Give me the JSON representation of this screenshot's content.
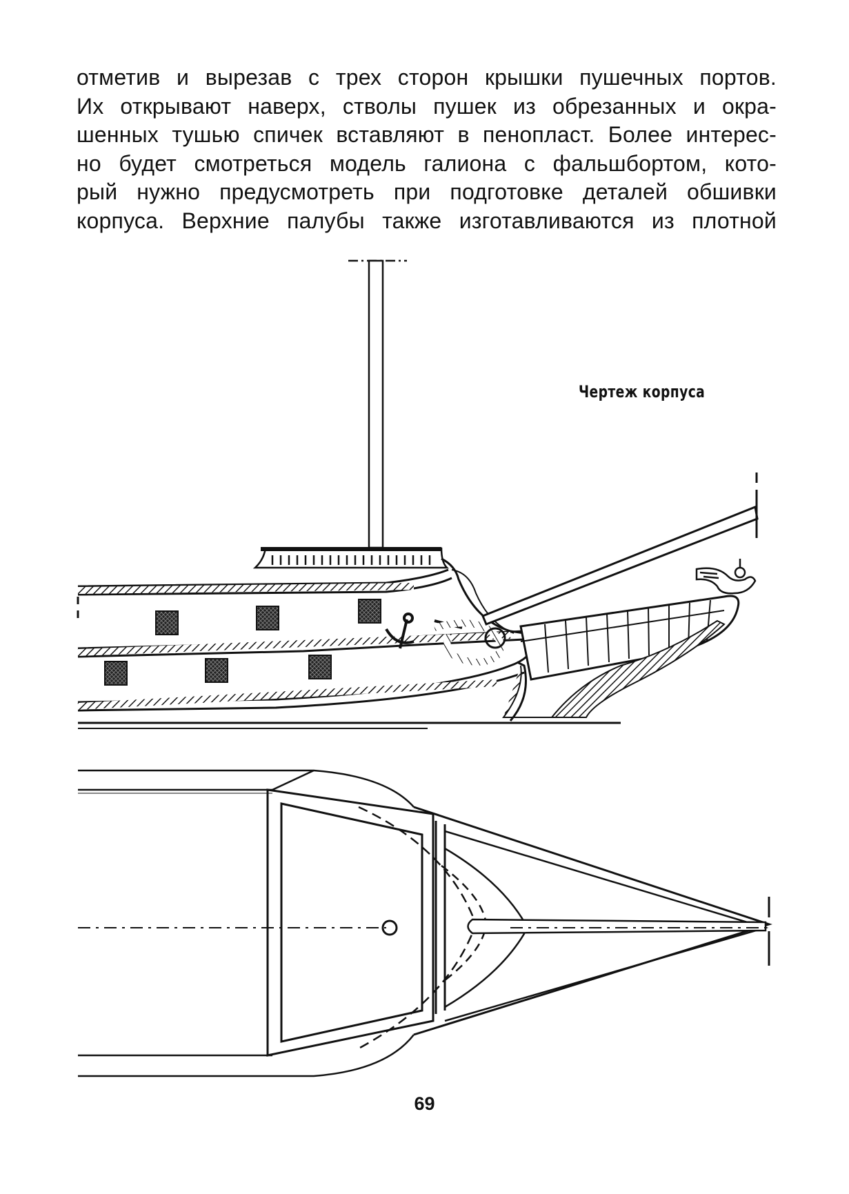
{
  "paragraph": {
    "lines": [
      "отметив и вырезав с трех сторон крышки пушечных портов.",
      "Их открывают наверх, стволы пушек из обрезанных и окра-",
      "шенных тушью спичек вставляют в пенопласт. Более интерес-",
      "но будет смотреться модель галиона с фальшбортом, кото-",
      "рый нужно предусмотреть при подготовке деталей обшивки",
      "корпуса. Верхние палубы также изготавливаются из плотной"
    ]
  },
  "figure": {
    "caption": "Чертеж корпуса"
  },
  "page": {
    "number": "69"
  },
  "colors": {
    "ink": "#111111",
    "paper": "#ffffff"
  }
}
